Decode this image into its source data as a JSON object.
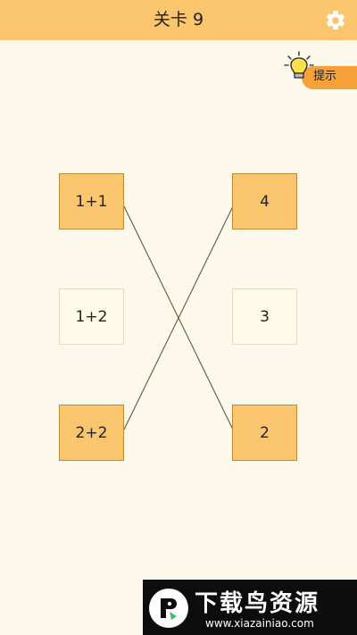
{
  "header": {
    "title": "关卡 9",
    "settings_icon": "gear-icon",
    "background": "#fbc66e"
  },
  "hint": {
    "label": "提示",
    "icon": "lightbulb-icon",
    "color": "#f6a13a"
  },
  "left_column": [
    {
      "text": "1+1",
      "state": "active"
    },
    {
      "text": "1+2",
      "state": "inactive"
    },
    {
      "text": "2+2",
      "state": "active"
    }
  ],
  "right_column": [
    {
      "text": "4",
      "state": "active"
    },
    {
      "text": "3",
      "state": "inactive"
    },
    {
      "text": "2",
      "state": "active"
    }
  ],
  "connections": [
    {
      "from": "1+1",
      "to": "2"
    },
    {
      "from": "2+2",
      "to": "4"
    }
  ],
  "watermark": {
    "name": "下载鸟资源",
    "url": "www.xiazainiao.com"
  }
}
